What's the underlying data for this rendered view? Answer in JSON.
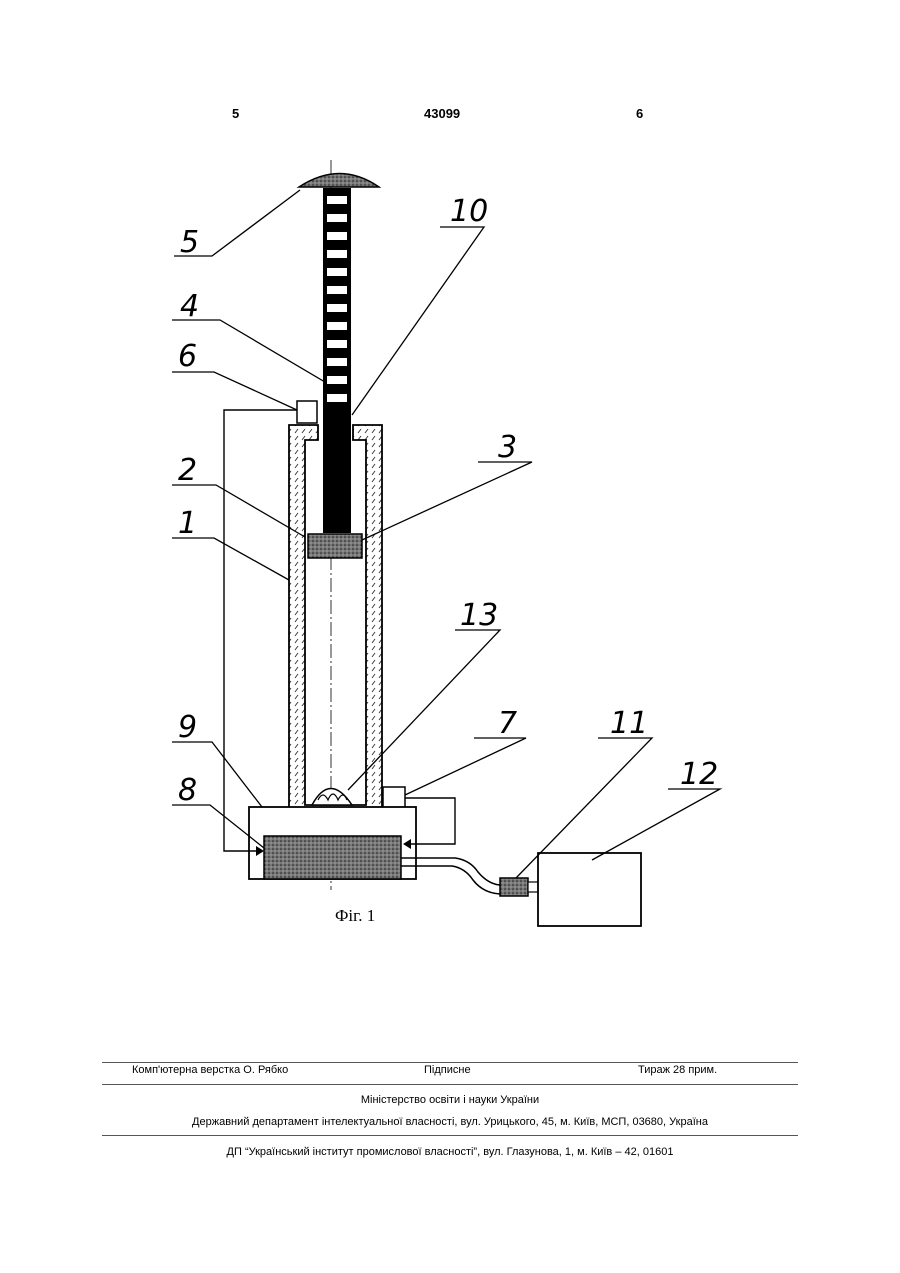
{
  "header": {
    "page_left": "5",
    "patent_number": "43099",
    "page_right": "6"
  },
  "figure": {
    "caption": "Фіг. 1",
    "labels": [
      "1",
      "2",
      "3",
      "4",
      "5",
      "6",
      "7",
      "8",
      "9",
      "10",
      "11",
      "12",
      "13"
    ]
  },
  "footer": {
    "layout_by": "Комп'ютерна верстка О. Рябко",
    "signed": "Підписне",
    "print_run": "Тираж 28 прим.",
    "ministry": "Міністерство освіти і науки України",
    "department": "Державний департамент інтелектуальної власності, вул. Урицького, 45, м. Київ, МСП, 03680, Україна",
    "institute": "ДП “Український інститут промислової власності”, вул. Глазунова, 1, м. Київ – 42, 01601"
  }
}
